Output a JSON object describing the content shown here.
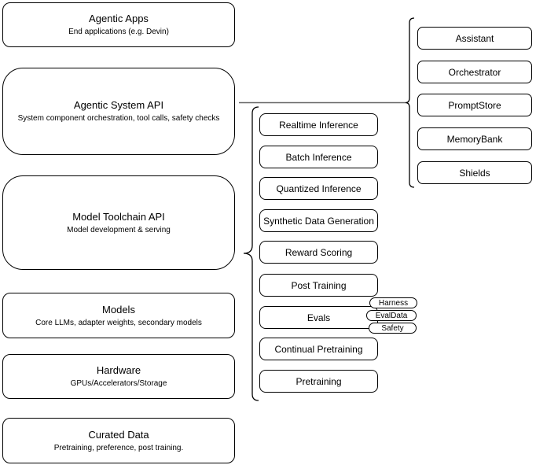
{
  "left_stack": [
    {
      "title": "Agentic Apps",
      "subtitle": "End applications (e.g. Devin)"
    },
    {
      "title": "Agentic System API",
      "subtitle": "System component orchestration, tool calls, safety checks"
    },
    {
      "title": "Model Toolchain API",
      "subtitle": "Model development & serving"
    },
    {
      "title": "Models",
      "subtitle": "Core LLMs, adapter weights, secondary models"
    },
    {
      "title": "Hardware",
      "subtitle": "GPUs/Accelerators/Storage"
    },
    {
      "title": "Curated Data",
      "subtitle": "Pretraining, preference, post training."
    }
  ],
  "toolchain": {
    "items": [
      "Realtime Inference",
      "Batch Inference",
      "Quantized Inference",
      "Synthetic Data Generation",
      "Reward Scoring",
      "Post Training",
      "Evals",
      "Continual Pretraining",
      "Pretraining"
    ]
  },
  "eval_tags": [
    "Harness",
    "EvalData",
    "Safety"
  ],
  "system_components": [
    "Assistant",
    "Orchestrator",
    "PromptStore",
    "MemoryBank",
    "Shields"
  ],
  "colors": {
    "box_stroke": "#000000",
    "box_fill": "#ffffff",
    "connector_line": "#666666",
    "text": "#000000"
  }
}
